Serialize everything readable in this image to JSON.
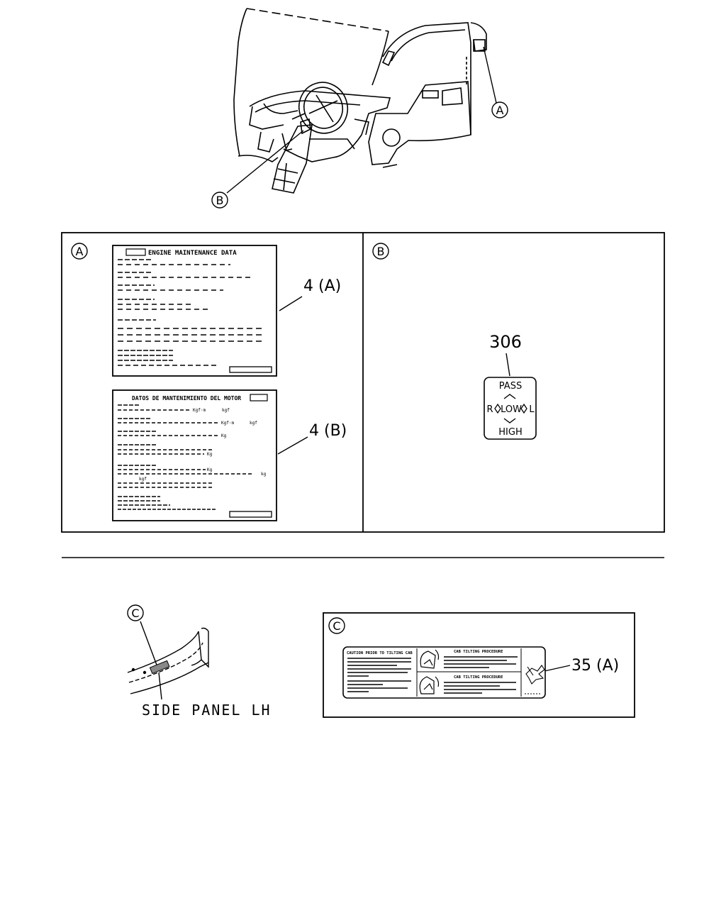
{
  "callouts": {
    "a": "A",
    "b": "B",
    "c": "C"
  },
  "part_numbers": {
    "engine_label_en": "4 (A)",
    "engine_label_es": "4 (B)",
    "light_switch_label": "306",
    "cab_tilt_label": "35 (A)"
  },
  "engine_label_en": {
    "title": "ENGINE MAINTENANCE DATA"
  },
  "engine_label_es": {
    "title": "DATOS DE MANTENIMIENTO DEL MOTOR",
    "units": [
      "Kgf·m",
      "kgf",
      "Kgf·m",
      "kgf",
      "Kg",
      "Kg",
      "Kg",
      "kg",
      "kgf"
    ]
  },
  "switch_label": {
    "pass": "PASS",
    "row_left": "R",
    "low": "LOW",
    "row_right": "L",
    "high": "HIGH"
  },
  "cab_tilt_label": {
    "left_title": "CAUTION PRIOR TO TILTING CAB",
    "upper_title": "CAB TILTING PROCEDURE",
    "lower_title": "CAB TILTING PROCEDURE"
  },
  "side_panel_caption": "SIDE PANEL LH"
}
